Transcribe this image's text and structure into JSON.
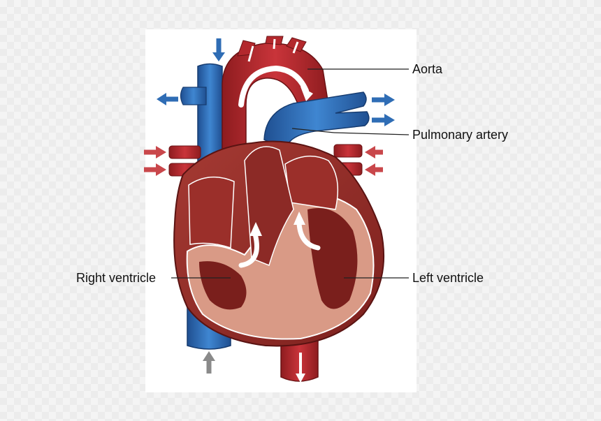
{
  "labels": {
    "aorta": "Aorta",
    "pulmonary_artery": "Pulmonary artery",
    "right_ventricle": "Right ventricle",
    "left_ventricle": "Left ventricle"
  },
  "colors": {
    "oxygenated": "#b3282d",
    "deoxygenated": "#2f6db5",
    "muscle": "#d99a86",
    "chamber": "#7a1f1c",
    "inflow_arrow": "#8a8a8a"
  }
}
